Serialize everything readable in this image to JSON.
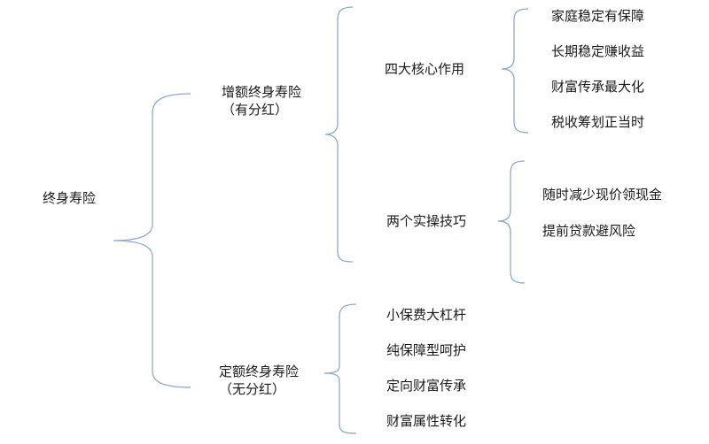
{
  "tree": {
    "root": "终身寿险",
    "branches": [
      {
        "title": "增额终身寿险",
        "note": "（有分红）",
        "groups": [
          {
            "title": "四大核心作用",
            "items": [
              "家庭稳定有保障",
              "长期稳定赚收益",
              "财富传承最大化",
              "税收筹划正当时"
            ]
          },
          {
            "title": "两个实操技巧",
            "items": [
              "随时减少现价领现金",
              "提前贷款避风险"
            ]
          }
        ]
      },
      {
        "title": "定额终身寿险",
        "note": "（无分红）",
        "items": [
          "小保费大杠杆",
          "纯保障型呵护",
          "定向财富传承",
          "财富属性转化"
        ]
      }
    ]
  },
  "colors": {
    "bracket": "#8eaacb",
    "text": "#1a1a1a",
    "background": "#ffffff"
  }
}
